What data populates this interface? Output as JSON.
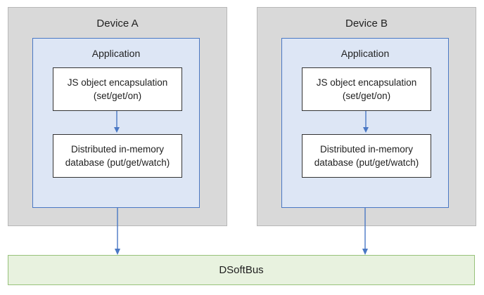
{
  "devices": [
    {
      "title": "Device A",
      "application": {
        "title": "Application",
        "layers": [
          {
            "line1": "JS object encapsulation",
            "line2": "(set/get/on)"
          },
          {
            "line1": "Distributed in-memory",
            "line2": "database (put/get/watch)"
          }
        ]
      }
    },
    {
      "title": "Device B",
      "application": {
        "title": "Application",
        "layers": [
          {
            "line1": "JS object encapsulation",
            "line2": "(set/get/on)"
          },
          {
            "line1": "Distributed in-memory",
            "line2": "database (put/get/watch)"
          }
        ]
      }
    }
  ],
  "bus": {
    "label": "DSoftBus"
  },
  "colors": {
    "device_bg": "#d9d9d9",
    "application_bg": "#dde6f5",
    "application_border": "#4a78c4",
    "arrow": "#4a78c4",
    "bus_bg": "#e8f2df",
    "bus_border": "#97c27a"
  }
}
